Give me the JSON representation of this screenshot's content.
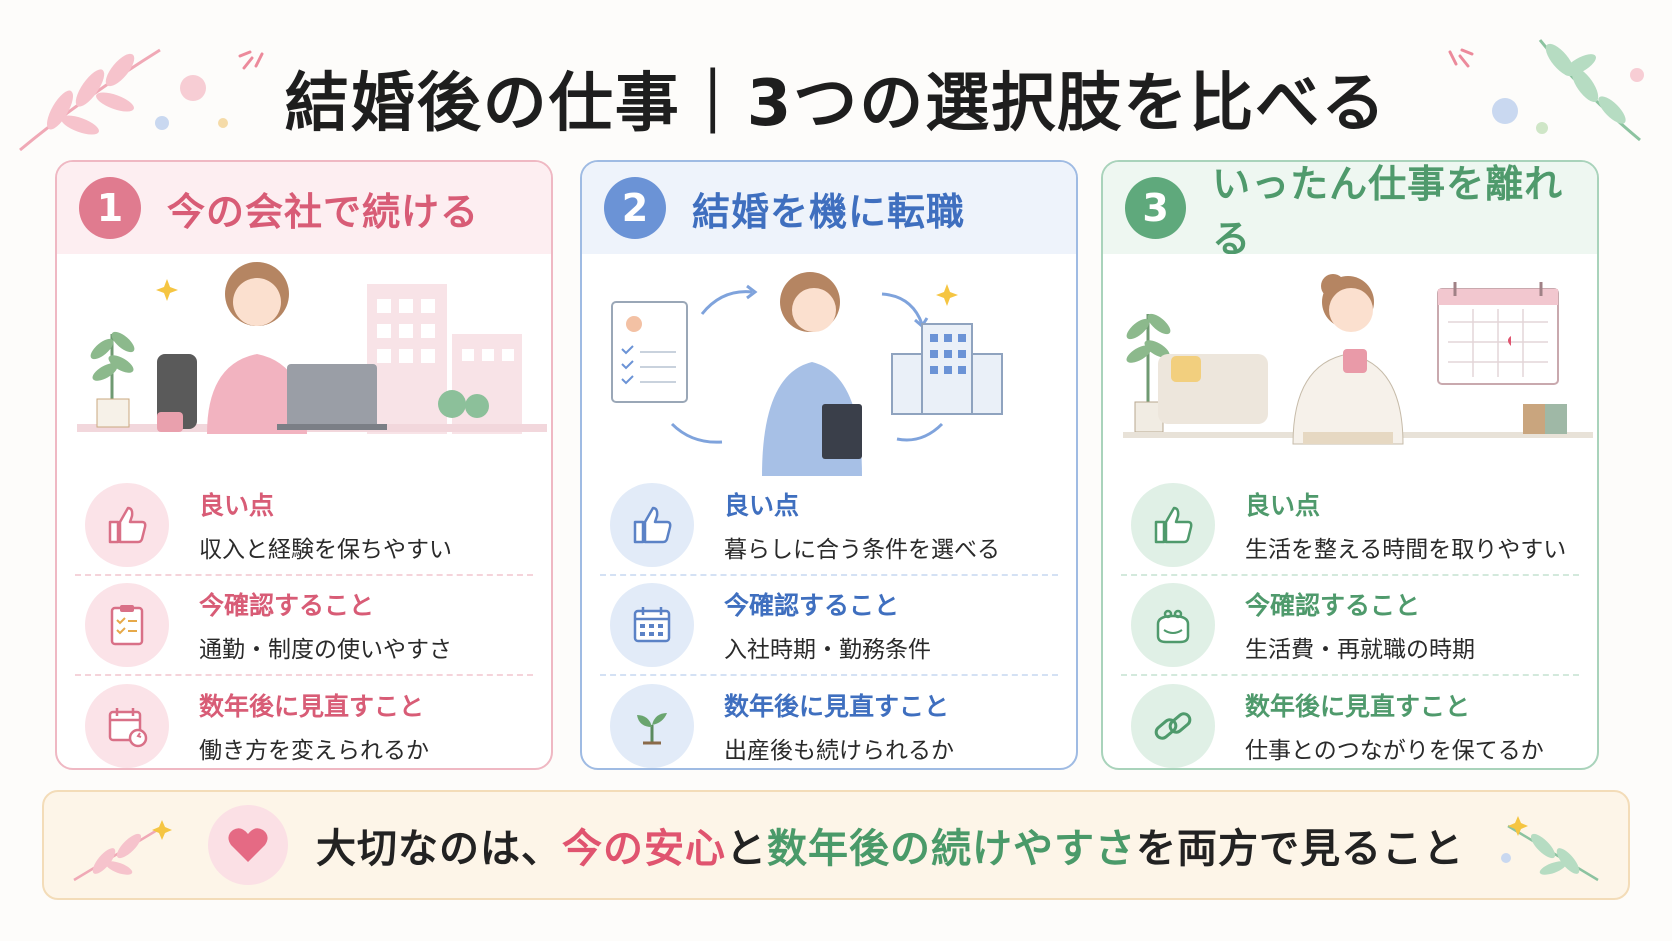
{
  "title": "結婚後の仕事｜3つの選択肢を比べる",
  "colors": {
    "pink": "#e07b8f",
    "blue": "#6b93d6",
    "green": "#5fa97c"
  },
  "cards": [
    {
      "number": "1",
      "title": "今の会社で続ける",
      "rows": [
        {
          "icon": "thumbs-up-icon",
          "label": "良い点",
          "value": "収入と経験を保ちやすい"
        },
        {
          "icon": "clipboard-icon",
          "label": "今確認すること",
          "value": "通勤・制度の使いやすさ"
        },
        {
          "icon": "calendar-refresh-icon",
          "label": "数年後に見直すこと",
          "value": "働き方を変えられるか"
        }
      ]
    },
    {
      "number": "2",
      "title": "結婚を機に転職",
      "rows": [
        {
          "icon": "thumbs-up-icon",
          "label": "良い点",
          "value": "暮らしに合う条件を選べる"
        },
        {
          "icon": "calendar-icon",
          "label": "今確認すること",
          "value": "入社時期・勤務条件"
        },
        {
          "icon": "sprout-icon",
          "label": "数年後に見直すこと",
          "value": "出産後も続けられるか"
        }
      ]
    },
    {
      "number": "3",
      "title": "いったん仕事を離れる",
      "rows": [
        {
          "icon": "thumbs-up-icon",
          "label": "良い点",
          "value": "生活を整える時間を取りやすい"
        },
        {
          "icon": "purse-icon",
          "label": "今確認すること",
          "value": "生活費・再就職の時期"
        },
        {
          "icon": "chain-link-icon",
          "label": "数年後に見直すこと",
          "value": "仕事とのつながりを保てるか"
        }
      ]
    }
  ],
  "banner": {
    "prefix": "大切なのは、",
    "highlight1": "今の安心",
    "mid": "と",
    "highlight2": "数年後の続けやすさ",
    "suffix": "を両方で見ること"
  }
}
